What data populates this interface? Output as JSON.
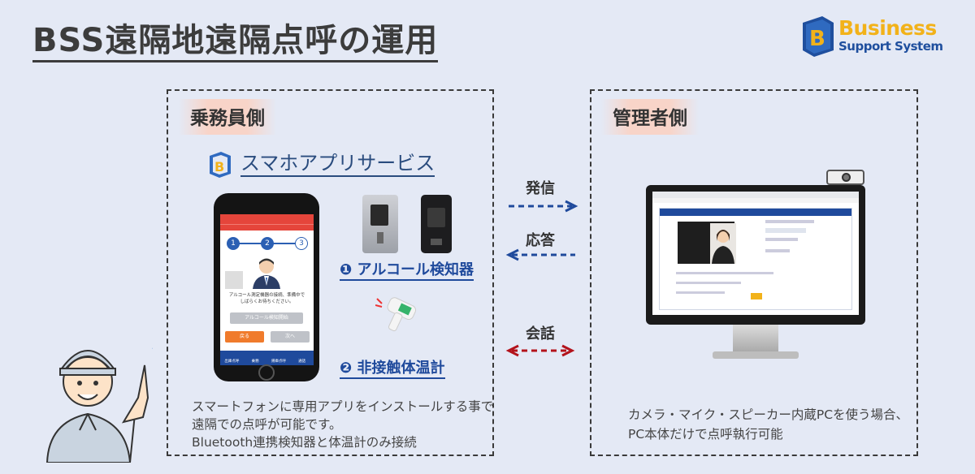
{
  "title": "BSS遠隔地遠隔点呼の運用",
  "logo": {
    "line1": "Business",
    "line2": "Support System"
  },
  "left_panel": {
    "heading": "乗務員側",
    "app_title": "スマホアプリサービス",
    "device1_label": "❶ アルコール検知器",
    "device2_label": "❷ 非接触体温計",
    "desc_lines": [
      "スマートフォンに専用アプリをインストールする事で",
      "遠隔での点呼が可能です。",
      "Bluetooth連携検知器と体温計のみ接続"
    ]
  },
  "right_panel": {
    "heading": "管理者側",
    "desc_lines": [
      "カメラ・マイク・スピーカー内蔵PCを使う場合、",
      "PC本体だけで点呼執行可能"
    ]
  },
  "arrows": {
    "send": "発信",
    "answer": "応答",
    "talk": "会話"
  },
  "phone_screen": {
    "steps": [
      "1",
      "2",
      "3"
    ],
    "message_lines": [
      "アルコール測定機器の接続、準備中で",
      "しばらくお待ちください。"
    ],
    "measure_button": "アルコール検知開始",
    "back_button": "戻る",
    "next_button": "次へ",
    "nav": [
      "出庫点呼",
      "乗務",
      "帰庫点呼",
      "通話"
    ]
  },
  "colors": {
    "accent_blue": "#1f4a9c",
    "accent_red": "#b3121b",
    "phone_red": "#e5453b",
    "logo_yellow": "#f2b21a"
  }
}
